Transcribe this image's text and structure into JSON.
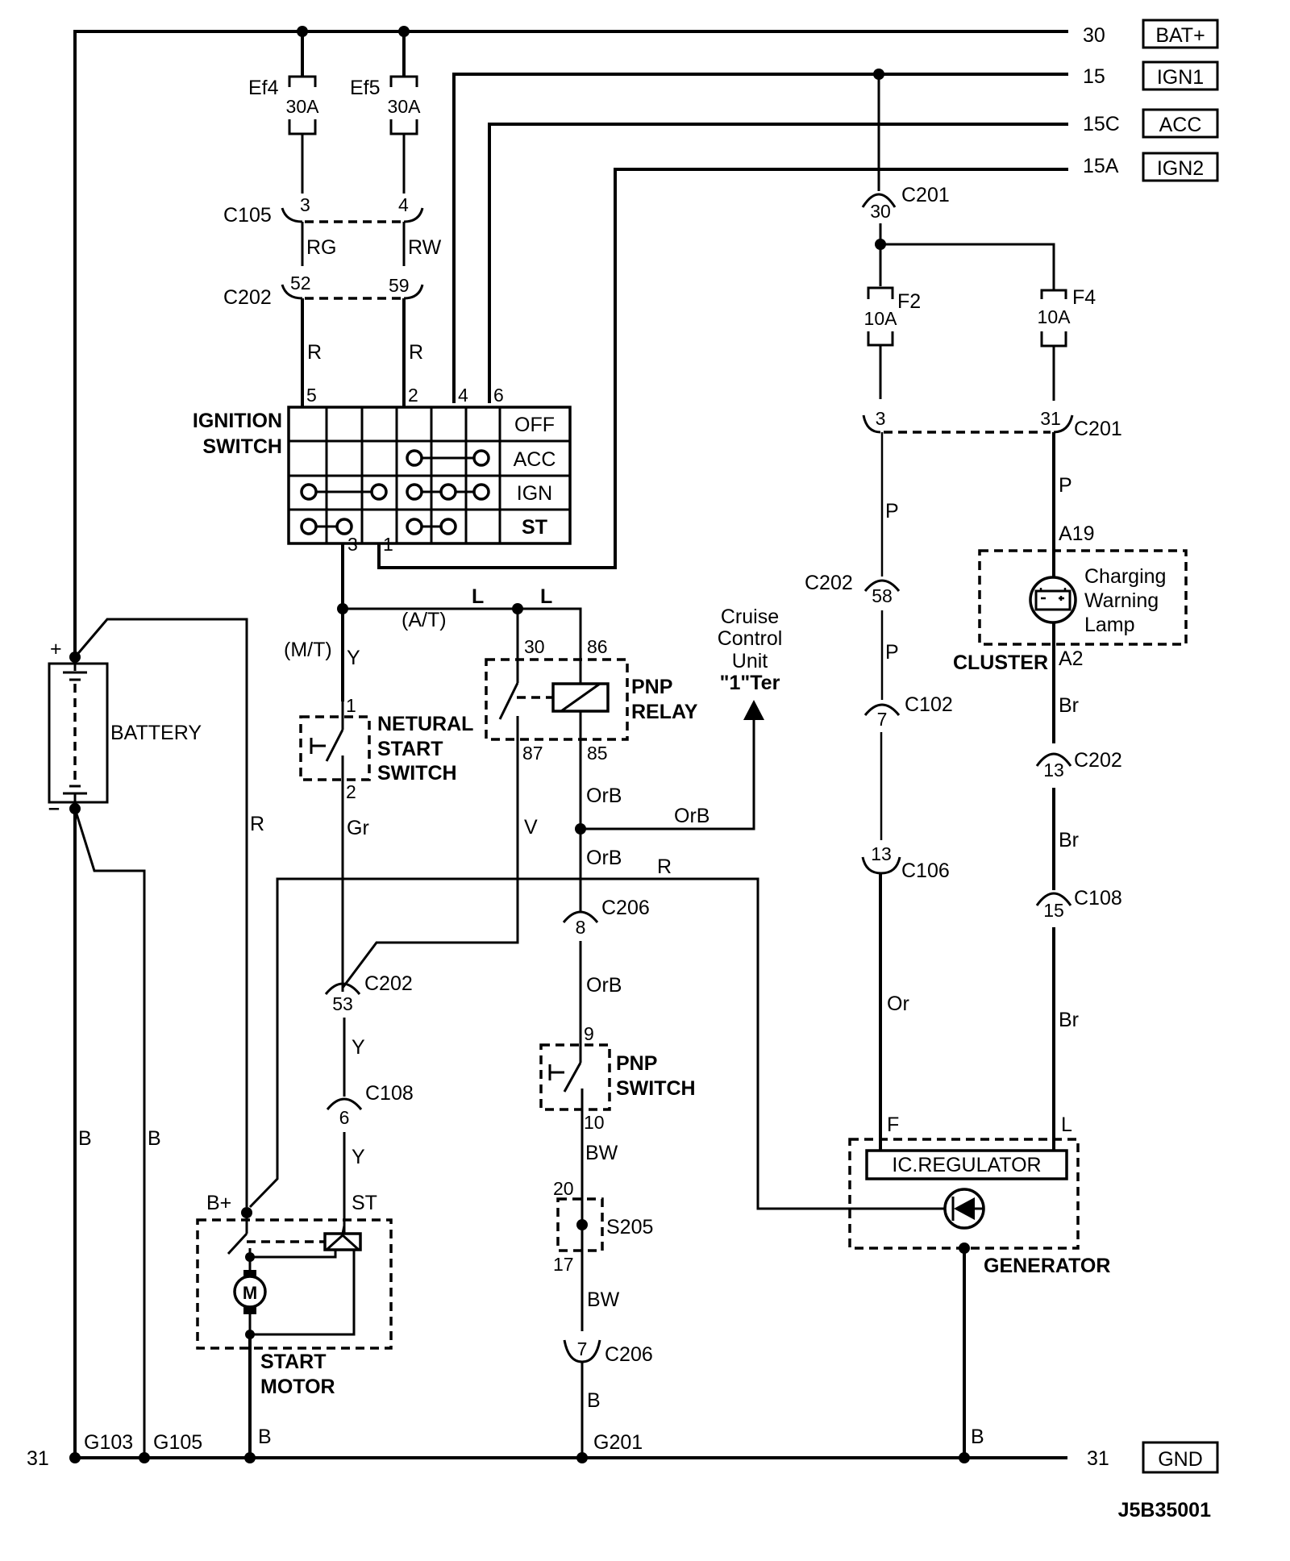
{
  "diagram": {
    "title": "Starting and Charging System Wiring Diagram",
    "figure_id": "J5B35001",
    "colors": {
      "line": "#000000",
      "background": "#ffffff"
    },
    "power_buses": [
      {
        "terminal": "30",
        "name": "BAT+"
      },
      {
        "terminal": "15",
        "name": "IGN1"
      },
      {
        "terminal": "15C",
        "name": "ACC"
      },
      {
        "terminal": "15A",
        "name": "IGN2"
      }
    ],
    "ground_bus": {
      "terminal_left": "31",
      "terminal_right": "31",
      "name": "GND"
    },
    "fuses": [
      {
        "id": "Ef4",
        "rating": "30A"
      },
      {
        "id": "Ef5",
        "rating": "30A"
      },
      {
        "id": "F2",
        "rating": "10A"
      },
      {
        "id": "F4",
        "rating": "10A"
      }
    ],
    "connectors": {
      "c105": {
        "name": "C105",
        "pins": [
          "3",
          "4"
        ]
      },
      "c202_top": {
        "name": "C202",
        "pins": [
          "52",
          "59"
        ]
      },
      "c201_top": {
        "name": "C201",
        "pin": "30"
      },
      "c201_mid": {
        "name": "C201",
        "pins": [
          "3",
          "31"
        ]
      },
      "c202_58": {
        "name": "C202",
        "pin": "58"
      },
      "c102": {
        "name": "C102",
        "pin": "7"
      },
      "c106": {
        "name": "C106",
        "pin": "13"
      },
      "c202_13": {
        "name": "C202",
        "pin": "13"
      },
      "c108_15": {
        "name": "C108",
        "pin": "15"
      },
      "c206_8": {
        "name": "C206",
        "pin": "8"
      },
      "c202_53": {
        "name": "C202",
        "pin": "53"
      },
      "c108_6": {
        "name": "C108",
        "pin": "6"
      },
      "c206_7": {
        "name": "C206",
        "pin": "7"
      }
    },
    "wire_colors": {
      "rg": "RG",
      "rw": "RW",
      "r1": "R",
      "r2": "R",
      "l1": "L",
      "l2": "L",
      "y_mt": "Y",
      "gr": "Gr",
      "v": "V",
      "orb1": "OrB",
      "orb2": "OrB",
      "orb3": "OrB",
      "orb4": "OrB",
      "r_bat": "R",
      "r_gen": "R",
      "bw1": "BW",
      "bw2": "BW",
      "b_gnd": "B",
      "y1": "Y",
      "y2": "Y",
      "p1": "P",
      "p2": "P",
      "p3": "P",
      "br1": "Br",
      "br2": "Br",
      "br3": "Br",
      "or": "Or",
      "b1": "B",
      "b2": "B",
      "b3": "B",
      "b4": "B"
    },
    "ignition_switch": {
      "label_line1": "IGNITION",
      "label_line2": "SWITCH",
      "pins_top": [
        "5",
        "2",
        "4",
        "6"
      ],
      "pins_bottom": [
        "3",
        "1"
      ],
      "positions": [
        "OFF",
        "ACC",
        "IGN",
        "ST"
      ]
    },
    "labels": {
      "mt": "(M/T)",
      "at": "(A/T)",
      "battery": "BATTERY",
      "plus": "+",
      "minus": "–",
      "nss_line1": "NETURAL",
      "nss_line2": "START",
      "nss_line3": "SWITCH",
      "nss_pin1": "1",
      "nss_pin2": "2",
      "relay_line1": "PNP",
      "relay_line2": "RELAY",
      "relay_pins": [
        "30",
        "86",
        "87",
        "85"
      ],
      "cruise_line1": "Cruise",
      "cruise_line2": "Control",
      "cruise_line3": "Unit",
      "cruise_line4": "\"1\"Ter",
      "pnp_switch_line1": "PNP",
      "pnp_switch_line2": "SWITCH",
      "pnp_switch_pins": [
        "9",
        "10"
      ],
      "splice": "S205",
      "splice_pins": [
        "20",
        "17"
      ],
      "start_motor_line1": "START",
      "start_motor_line2": "MOTOR",
      "bplus": "B+",
      "st": "ST",
      "motor": "M",
      "cluster": "CLUSTER",
      "lamp_line1": "Charging",
      "lamp_line2": "Warning",
      "lamp_line3": "Lamp",
      "a19": "A19",
      "a2": "A2",
      "ic_regulator": "IC.REGULATOR",
      "generator": "GENERATOR",
      "gen_f": "F",
      "gen_l": "L",
      "g103": "G103",
      "g105": "G105",
      "g201": "G201"
    }
  }
}
